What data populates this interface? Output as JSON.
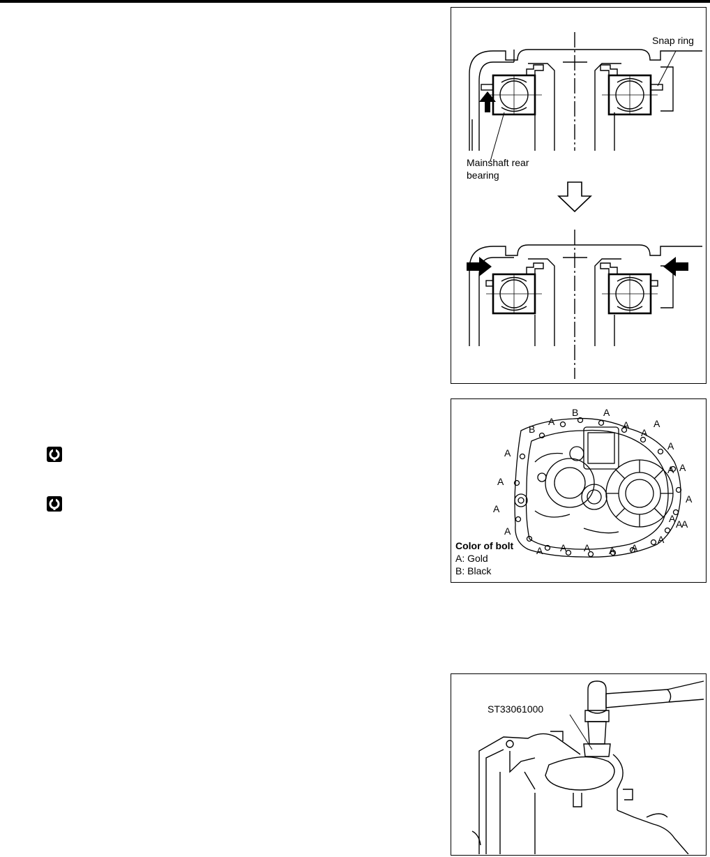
{
  "figure1": {
    "callouts": {
      "snap_ring": "Snap ring",
      "bearing_line1": "Mainshaft rear",
      "bearing_line2": "bearing"
    }
  },
  "figure2": {
    "bolt_letters": [
      "B",
      "B",
      "A",
      "A",
      "A",
      "A",
      "A",
      "A",
      "A",
      "A",
      "A",
      "A",
      "A",
      "A",
      "A",
      "A",
      "A",
      "A",
      "A",
      "A",
      "A",
      "A",
      "A",
      "A"
    ],
    "legend": {
      "title": "Color of bolt",
      "a": "A: Gold",
      "b": "B: Black"
    }
  },
  "figure3": {
    "tool_label": "ST33061000"
  },
  "icons": [
    "torque-wrench-icon",
    "torque-wrench-icon"
  ]
}
